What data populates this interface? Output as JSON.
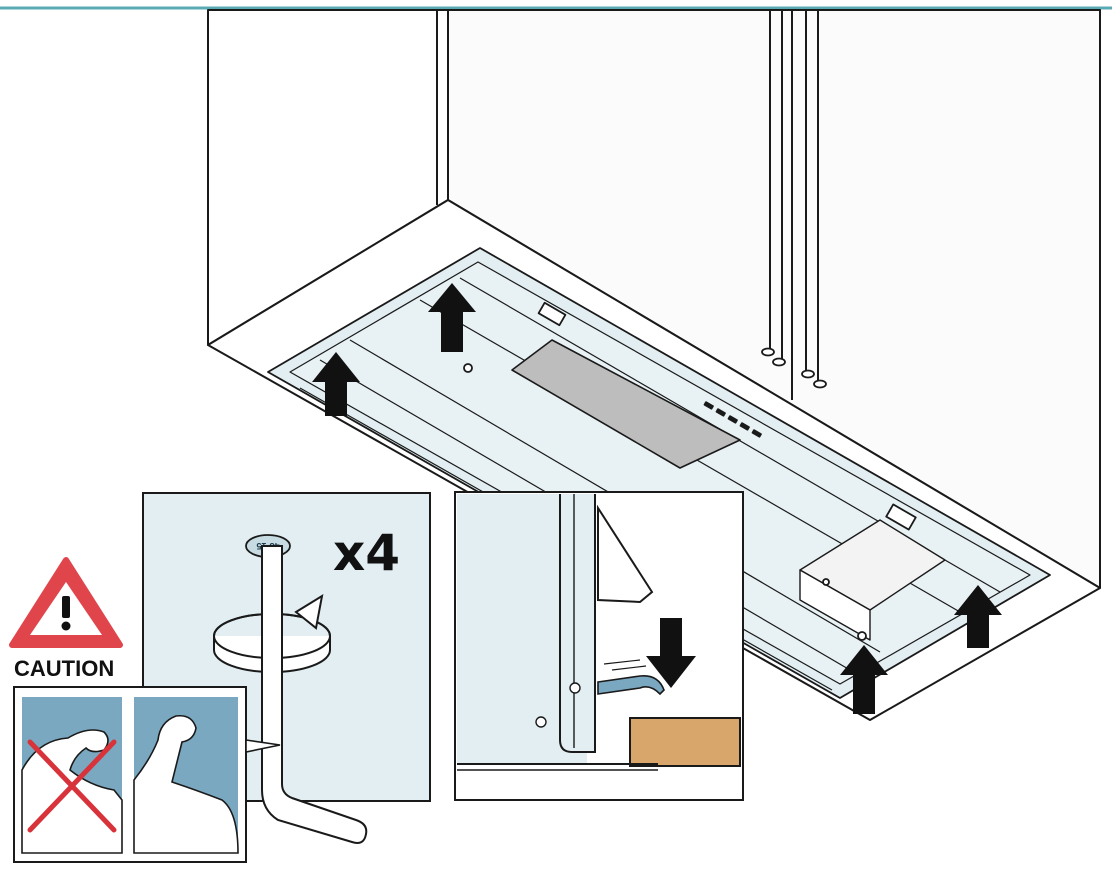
{
  "diagram": {
    "multiplier_label": "x4",
    "caution_label": "CAUTION",
    "tool_size_label": "43-15"
  },
  "colors": {
    "panel_fill": "#e2eef2",
    "outline": "#1a1a1a",
    "arrow": "#111111",
    "wood": "#d8a56a",
    "caution_red": "#e0454b",
    "header_line": "#5aaab4",
    "cross_red": "#d8323a"
  },
  "icons": [
    "up-arrow-icon",
    "down-arrow-icon",
    "rotate-arrow-icon",
    "hex-key-icon",
    "warning-triangle-icon",
    "flexed-arm-icon",
    "crossed-out-icon"
  ]
}
